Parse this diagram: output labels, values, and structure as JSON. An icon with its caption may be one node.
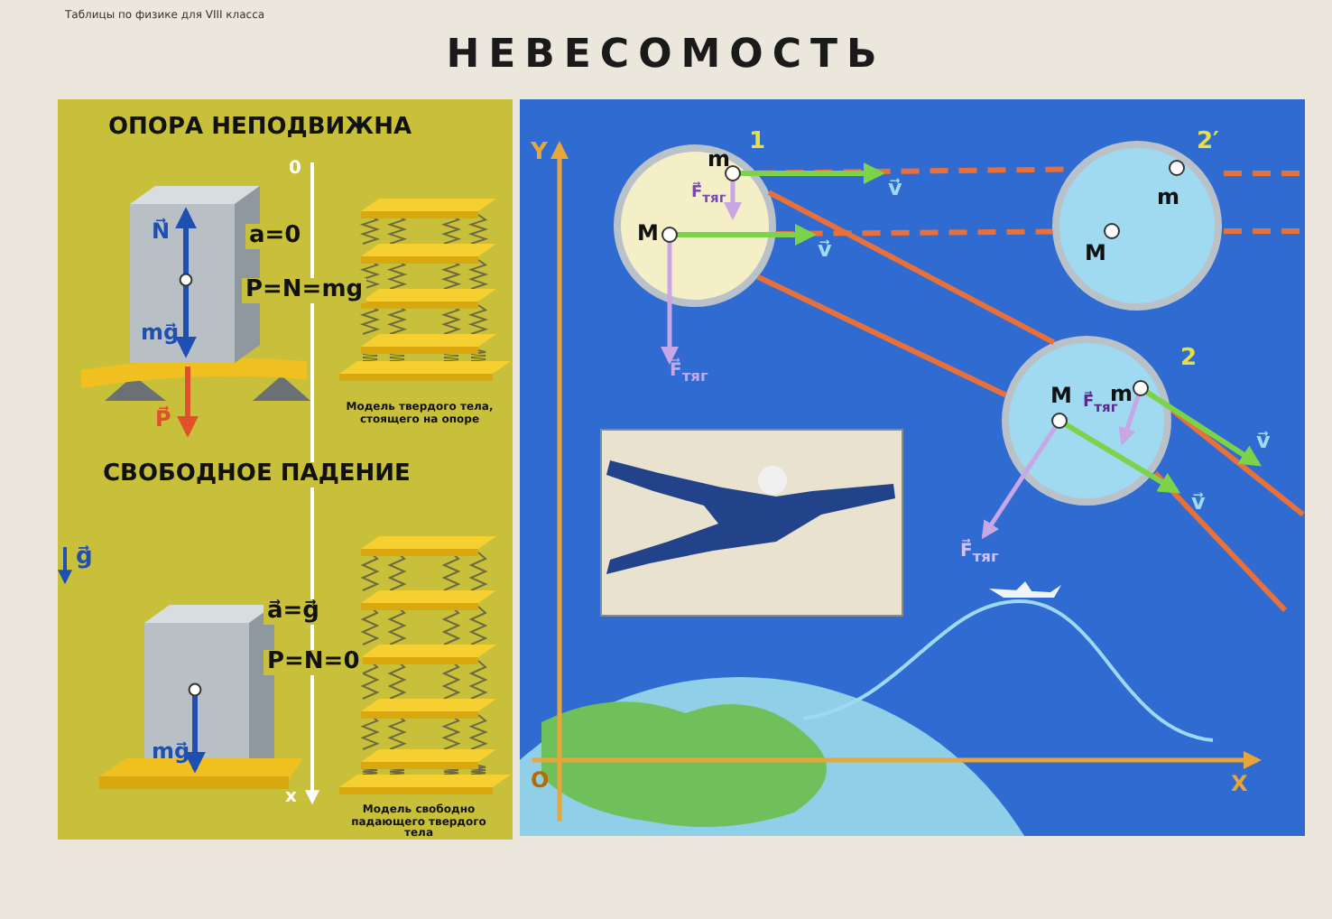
{
  "diagram": {
    "title": "НЕВЕСОМОСТЬ",
    "nodes": [
      {
        "text": [
          "m",
          "M"
        ],
        "beside": [
          "1"
        ]
      },
      {
        "text": [
          "m",
          "M"
        ],
        "beside": [
          "2′"
        ]
      },
      {
        "text": [
          "M",
          "m"
        ],
        "beside": [
          "2"
        ]
      }
    ],
    "edges": [
      {
        "from": 0,
        "to": 1,
        "arrow": "none",
        "style": "dashed"
      },
      {
        "from": 0,
        "to": 1,
        "arrow": "none",
        "style": "dashed"
      },
      {
        "from": 0,
        "to": 2,
        "arrow": "none"
      },
      {
        "from": 0,
        "to": 2,
        "arrow": "none"
      }
    ],
    "labels": [
      "Таблицы по физике для VIII класса",
      "ОПОРА НЕПОДВИЖНА",
      "0",
      "N⃗",
      "a=0",
      "P=N=mg",
      "mg⃗",
      "P⃗",
      "Модель твердого тела, стоящего на опоре",
      "СВОБОДНОЕ ПАДЕНИЕ",
      "g⃗",
      "a⃗=g⃗",
      "P=N=0",
      "mg⃗",
      "x",
      "Модель свободно падающего твердого тела",
      "Y",
      "v⃗",
      "v⃗",
      "F⃗$_{тяг}$",
      "F⃗$_{тяг}$",
      "F⃗$_{тяг}$",
      "v⃗",
      "v⃗",
      "F⃗$_{тяг}$",
      "O",
      "X"
    ]
  }
}
